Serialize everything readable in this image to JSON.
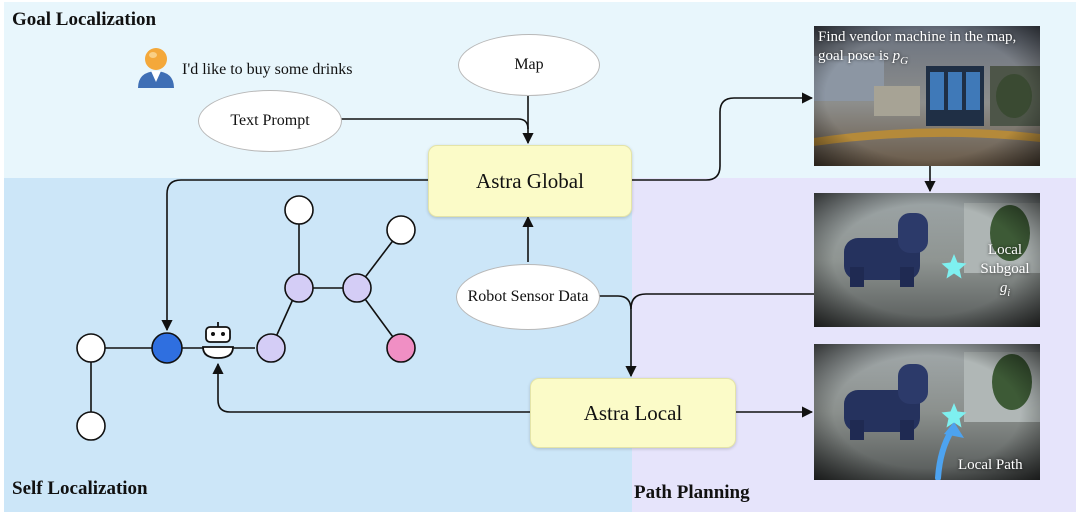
{
  "regions": {
    "goal_localization": "Goal Localization",
    "self_localization": "Self Localization",
    "path_planning": "Path Planning"
  },
  "user": {
    "utterance": "I'd like to buy some drinks",
    "icon": "user-avatar-icon"
  },
  "inputs": {
    "text_prompt": "Text Prompt",
    "map": "Map",
    "robot_sensor_data": "Robot Sensor Data"
  },
  "modules": {
    "astra_global": "Astra Global",
    "astra_local": "Astra Local"
  },
  "panels": {
    "goal_caption": "Find vendor machine in the map, goal pose is",
    "goal_symbol": "p",
    "goal_symbol_sub": "G",
    "subgoal_label": "Local Subgoal",
    "subgoal_symbol": "g",
    "subgoal_symbol_sub": "i",
    "path_label": "Local Path"
  },
  "graph": {
    "robot_icon": "robot-icon",
    "current_node_color": "#2f6fe0",
    "goal_node_color": "#f08fc4",
    "lavender_node_color": "#d4cdf6"
  },
  "colors": {
    "goal_region": "#e8f6fc",
    "self_region": "#cce6f8",
    "path_region": "#e6e4fb",
    "module_fill": "#fbfbc8",
    "star": "#7ef0f0",
    "path_arrow": "#4da3f0"
  }
}
